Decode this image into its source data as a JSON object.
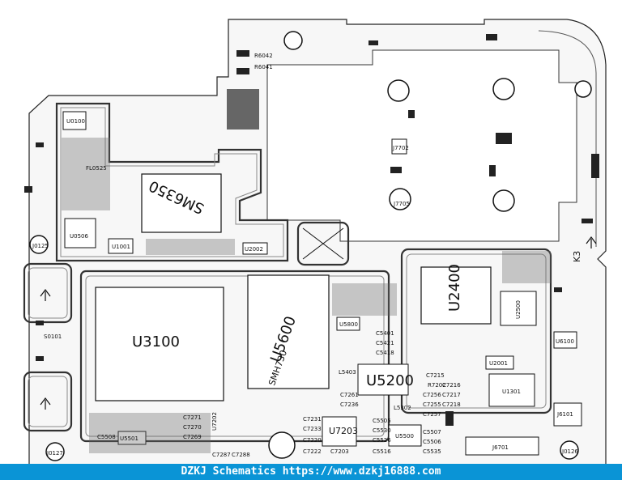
{
  "chips": {
    "u3100": "U3100",
    "u2400": "U2400",
    "u5200": "U5200",
    "u5600": "U5600",
    "sm6350": "SM6350",
    "smh730": "SMH730",
    "u0506": "U0506",
    "u0100": "U0100",
    "u2002": "U2002",
    "u1001": "U1001",
    "u2500": "U2500",
    "u6100": "U6100",
    "u7203": "U7203",
    "u5500": "U5500",
    "u5800": "U5800",
    "u2001": "U2001",
    "u1301": "U1301",
    "u5501": "U5501",
    "u7202": "U7202",
    "j6101": "J6101",
    "j6701": "J6701",
    "j7702": "J7702",
    "j7705": "J7705",
    "l5403": "L5403",
    "l5302": "L5302",
    "k3": "K3",
    "r7202": "R7202",
    "r6042": "R6042",
    "r6041": "R6041",
    "s0101": "S0101",
    "j0127": "J0127",
    "j0125": "J0125",
    "j0126": "J0126",
    "fl0525": "FL0525",
    "c5401": "C5401",
    "c5421": "C5421",
    "c5418": "C5418",
    "c7215": "C7215",
    "c7256": "C7256",
    "c7255": "C7255",
    "c7257": "C7257",
    "c7216": "C7216",
    "c7217": "C7217",
    "c7218": "C7218",
    "c7231": "C7231",
    "c7233": "C7233",
    "c7220": "C7220",
    "c7222": "C7222",
    "c7203": "C7203",
    "c5505": "C5505",
    "c5506": "C5506",
    "c5507": "C5507",
    "c5535": "C5535",
    "c5516": "C5516",
    "c7288": "C7288",
    "c7287": "C7287",
    "c7271": "C7271",
    "c7270": "C7270",
    "c7269": "C7269",
    "c5508": "C5508",
    "c7261": "C7261",
    "c7236": "C7236",
    "c5530": "C5530",
    "c5526": "C5526"
  },
  "footer": "DZKJ Schematics https://www.dzkj16888.com"
}
